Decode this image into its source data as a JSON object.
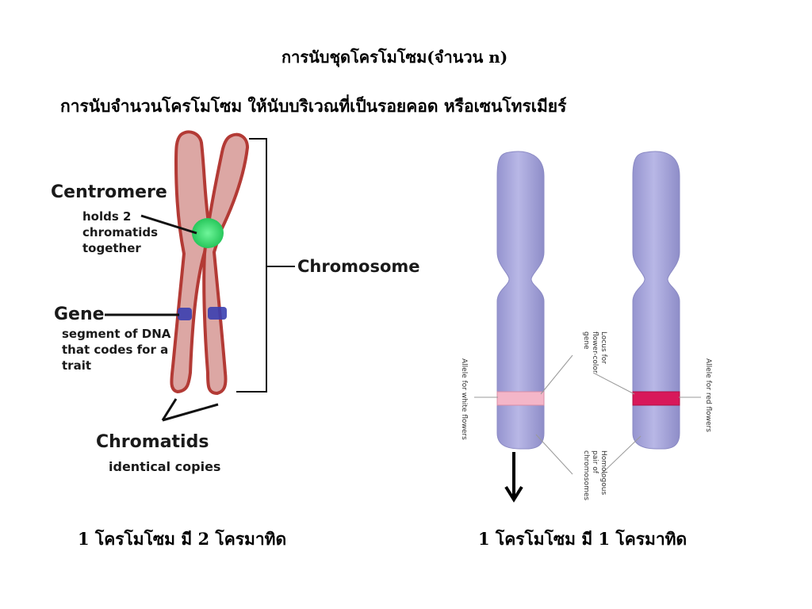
{
  "title": "การนับชุดโครโมโซม(จำนวน n)",
  "subtitle": "การนับจำนวนโครโมโซม ให้นับบริเวณที่เป็นรอยคอด หรือเซนโทรเมียร์",
  "left_diagram": {
    "centromere_title": "Centromere",
    "centromere_desc": [
      "holds 2",
      "chromatids",
      "together"
    ],
    "gene_title": "Gene",
    "gene_desc": [
      "segment of DNA",
      "that codes for a",
      "trait"
    ],
    "chromosome_label": "Chromosome",
    "chromatids_title": "Chromatids",
    "chromatids_desc": "identical copies"
  },
  "right_diagram": {
    "allele_white": "Allele for white flowers",
    "locus": [
      "Locus for",
      "flower-color",
      "gene"
    ],
    "homologous": [
      "Homologous",
      "pair of",
      "chromosomes"
    ],
    "allele_red": "Allele for red flowers"
  },
  "caption_left": "1 โครโมโซม มี 2 โครมาทิด",
  "caption_right": "1 โครโมโซม มี  1  โครมาทิด",
  "colors": {
    "chromosome_fill": "#dca7a4",
    "chromosome_outline": "#b33a35",
    "centromere": "#33e06b",
    "gene_band": "#3a3fb0",
    "homolog_fill": "#a9a8dc",
    "band_white": "#f4b6c8",
    "band_red": "#d8185a"
  }
}
